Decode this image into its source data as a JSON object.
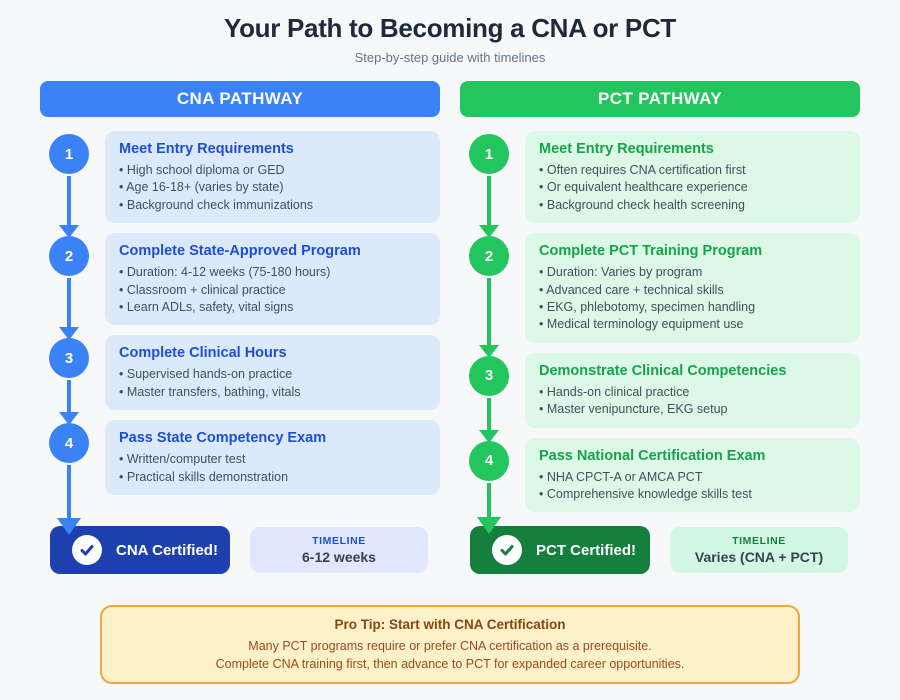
{
  "page": {
    "title": "Your Path to Becoming a CNA or PCT",
    "subtitle": "Step-by-step guide with timelines"
  },
  "colors": {
    "cna_primary": "#3b82f6",
    "cna_card_bg": "#dbe9fb",
    "cna_step_title": "#1d4ed8",
    "cna_badge_bg": "#1e40af",
    "cna_timeline_bg": "#e0e7ff",
    "pct_primary": "#22c55e",
    "pct_card_bg": "#dcf8e7",
    "pct_step_title": "#16a34a",
    "pct_badge_bg": "#15803d",
    "pct_timeline_bg": "#d2f8e4",
    "tip_bg": "#fdf1c9",
    "tip_border": "#efa63b"
  },
  "pathways": [
    {
      "id": "cna",
      "header": "CNA PATHWAY",
      "steps": [
        {
          "number": "1",
          "title": "Meet Entry Requirements",
          "bullets": [
            "High school diploma or GED",
            "Age 16-18+ (varies by state)",
            "Background check immunizations"
          ]
        },
        {
          "number": "2",
          "title": "Complete State-Approved Program",
          "bullets": [
            "Duration: 4-12 weeks (75-180 hours)",
            "Classroom + clinical practice",
            "Learn ADLs, safety, vital signs"
          ]
        },
        {
          "number": "3",
          "title": "Complete Clinical Hours",
          "bullets": [
            "Supervised hands-on practice",
            "Master transfers, bathing, vitals"
          ]
        },
        {
          "number": "4",
          "title": "Pass State Competency Exam",
          "bullets": [
            "Written/computer test",
            "Practical skills demonstration"
          ]
        }
      ],
      "certified_label": "CNA Certified!",
      "timeline_label": "TIMELINE",
      "timeline_value": "6-12 weeks"
    },
    {
      "id": "pct",
      "header": "PCT PATHWAY",
      "steps": [
        {
          "number": "1",
          "title": "Meet Entry Requirements",
          "bullets": [
            "Often requires CNA certification first",
            "Or equivalent healthcare experience",
            "Background check health screening"
          ]
        },
        {
          "number": "2",
          "title": "Complete PCT Training Program",
          "bullets": [
            "Duration: Varies by program",
            "Advanced care + technical skills",
            "EKG, phlebotomy, specimen handling",
            "Medical terminology equipment use"
          ]
        },
        {
          "number": "3",
          "title": "Demonstrate Clinical Competencies",
          "bullets": [
            "Hands-on clinical practice",
            "Master venipuncture, EKG setup"
          ]
        },
        {
          "number": "4",
          "title": "Pass National Certification Exam",
          "bullets": [
            "NHA CPCT-A or AMCA PCT",
            "Comprehensive knowledge skills test"
          ]
        }
      ],
      "certified_label": "PCT Certified!",
      "timeline_label": "TIMELINE",
      "timeline_value": "Varies (CNA + PCT)"
    }
  ],
  "pro_tip": {
    "title": "Pro Tip: Start with CNA Certification",
    "line1": "Many PCT programs require or prefer CNA certification as a prerequisite.",
    "line2": "Complete CNA training first, then advance to PCT for expanded career opportunities."
  }
}
